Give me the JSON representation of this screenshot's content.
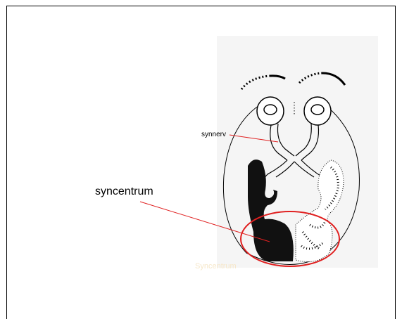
{
  "labels": {
    "synnerv": "synnerv",
    "syncentrum": "syncentrum",
    "faint_caption": "Syncentrum"
  },
  "colors": {
    "pointer_line": "#e02020",
    "highlight_ellipse": "#e02020",
    "ink": "#000000",
    "panel_background": "#f5f5f5",
    "faint_caption": "#f6e7c9"
  }
}
